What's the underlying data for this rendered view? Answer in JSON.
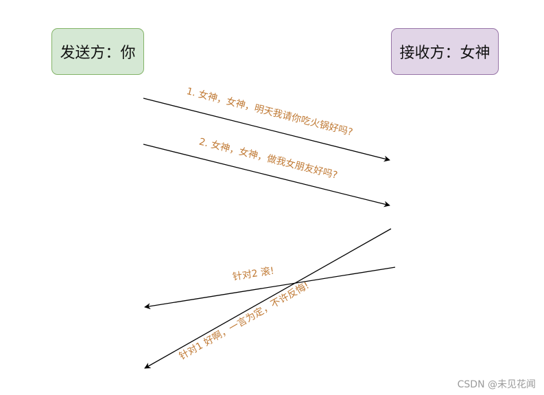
{
  "colors": {
    "sender_fill": "#d5e8d4",
    "sender_border": "#82b366",
    "receiver_fill": "#e1d5e7",
    "receiver_border": "#9673a6",
    "label_color": "#c07a35",
    "arrow_color": "#000000"
  },
  "sender": {
    "label": "发送方：你"
  },
  "receiver": {
    "label": "接收方：女神"
  },
  "messages": [
    {
      "label": "1. 女神，女神，明天我请你吃火锅好吗?"
    },
    {
      "label": "2. 女神，女神，做我女朋友好吗?"
    },
    {
      "label": "针对2 滚!"
    },
    {
      "label": "针对1 好啊，一言为定，不许反悔!"
    }
  ],
  "watermark": "CSDN @未见花闻"
}
